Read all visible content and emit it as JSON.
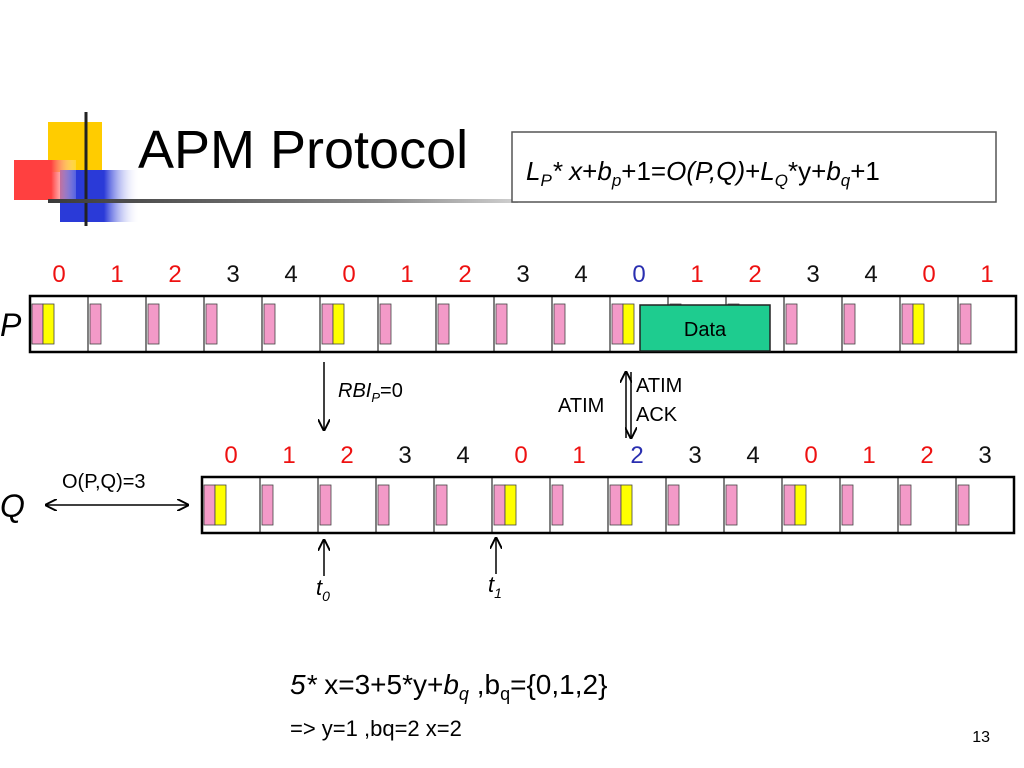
{
  "slide": {
    "title": "APM Protocol",
    "page_number": "13"
  },
  "formula_box": {
    "L": "L",
    "P": "P",
    "star_x": "* x",
    "plus1": "+",
    "b": "b",
    "p": "p",
    "mid": "+1=",
    "O": "O",
    "args": "(P,Q)",
    "plus2": "+",
    "L2": "L",
    "Q": "Q",
    "star_y": "*y+",
    "b2": "b",
    "q": "q",
    "end": "+1"
  },
  "timeline_p": {
    "label": "P",
    "slot_numbers": [
      "0",
      "1",
      "2",
      "3",
      "4",
      "0",
      "1",
      "2",
      "3",
      "4",
      "0",
      "1",
      "2",
      "3",
      "4",
      "0",
      "1"
    ],
    "slot_number_colors": [
      "#ee1111",
      "#ee1111",
      "#ee1111",
      "#111111",
      "#111111",
      "#ee1111",
      "#ee1111",
      "#ee1111",
      "#111111",
      "#111111",
      "#2a2fb0",
      "#ee1111",
      "#ee1111",
      "#111111",
      "#111111",
      "#ee1111",
      "#ee1111"
    ],
    "data_label": "Data"
  },
  "timeline_q": {
    "label": "Q",
    "slot_numbers": [
      "0",
      "1",
      "2",
      "3",
      "4",
      "0",
      "1",
      "2",
      "3",
      "4",
      "0",
      "1",
      "2",
      "3"
    ],
    "slot_number_colors": [
      "#ee1111",
      "#ee1111",
      "#ee1111",
      "#111111",
      "#111111",
      "#ee1111",
      "#ee1111",
      "#2a2fb0",
      "#111111",
      "#111111",
      "#ee1111",
      "#ee1111",
      "#ee1111",
      "#111111"
    ],
    "offset_label": "O(P,Q)=3"
  },
  "annotations": {
    "rbi": "RBI",
    "rbi_sub": "P",
    "rbi_val": "=0",
    "atim": "ATIM",
    "atim_ack_line1": "ATIM",
    "atim_ack_line2": "ACK",
    "t0": "t",
    "t0_sub": "0",
    "t1": "t",
    "t1_sub": "1"
  },
  "equation": {
    "five_star": "5*",
    "body": " x=3+5*y+",
    "b": "b",
    "q": "q",
    "set_prefix": "   ,b",
    "set_sub": "q",
    "set_body": "={0,1,2}",
    "result": "=> y=1 ,bq=2    x=2"
  },
  "colors": {
    "title": "#2a2fa0",
    "red": "#ee1111",
    "blue_slot": "#2a2fb0",
    "pink": "#f39ac8",
    "yellow": "#ffff00",
    "data_box": "#1ecc8f"
  }
}
